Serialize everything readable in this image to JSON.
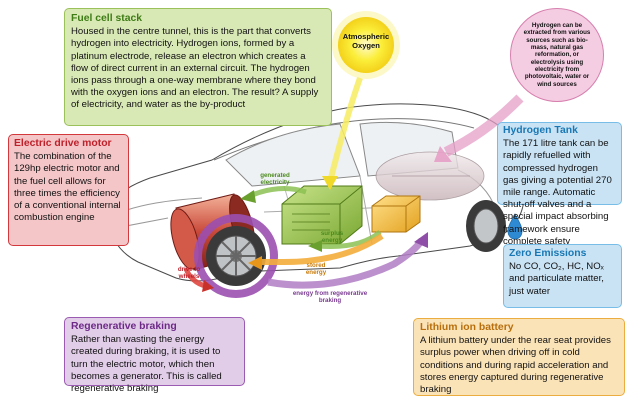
{
  "fuel_cell": {
    "title": "Fuel cell stack",
    "body": "Housed in the centre tunnel, this is the part that converts hydrogen into electricity. Hydrogen ions, formed by a platinum electrode, release an electron which creates a flow of direct current in an external circuit. The hydrogen ions pass through a one-way membrane where they bond with the oxygen ions and an electron. The result? A supply of electricity, and water as the by-product"
  },
  "electric_motor": {
    "title": "Electric drive motor",
    "body": "The combination of the 129hp electric motor and the fuel cell allows for three times the efficiency of a conventional internal combustion engine"
  },
  "hydrogen_source": {
    "text": "Hydrogen can be extracted from various sources such as bio-mass, natural gas reformation, or electrolysis using electricity from photovoltaic, water or wind sources"
  },
  "oxygen": {
    "label": "Atmospheric Oxygen"
  },
  "hydrogen_tank": {
    "title": "Hydrogen Tank",
    "body": "The 171 litre tank can be rapidly refuelled with compressed hydrogen gas giving a potential 270 mile range. Automatic shut-off valves and a special impact absorbing framework ensure complete safety"
  },
  "zero_emissions": {
    "title": "Zero Emissions",
    "body": "No CO, CO₂, HC, NOₓ and particulate matter, just water"
  },
  "regen_braking": {
    "title": "Regenerative braking",
    "body": "Rather than wasting the energy created during braking, it is used to turn the electric motor, which then becomes a generator. This is called regenerative braking"
  },
  "lithium_battery": {
    "title": "Lithium ion battery",
    "body": "A lithium battery under the rear seat provides surplus power when driving off in cold conditions and during rapid acceleration and stores energy captured during regenerative braking"
  },
  "flows": {
    "generated_electricity": "generated electricity",
    "surplus_energy": "surplus energy",
    "stored_energy": "stored energy",
    "drive_to_wheels": "drive to wheels",
    "energy_from_braking": "energy from regenerative braking"
  },
  "colors": {
    "fuel_cell": "#9bc15a",
    "motor": "#d2383c",
    "tank": "#77bde8",
    "regen": "#9b5bb2",
    "battery": "#ebad40",
    "source": "#d77fae",
    "oxygen": "#f5e11c"
  }
}
